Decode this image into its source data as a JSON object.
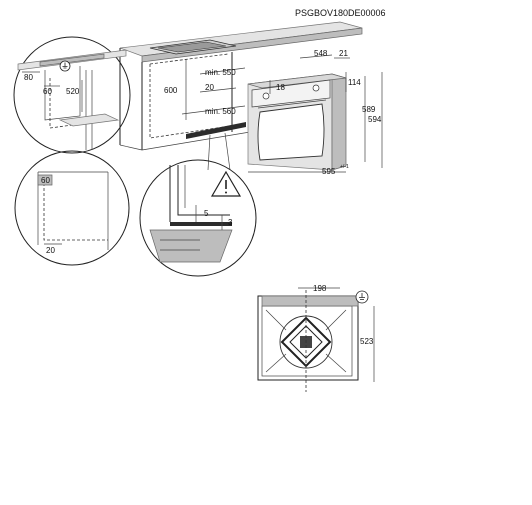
{
  "drawing_code": "PSGBOV180DE00006",
  "colors": {
    "line": "#222222",
    "fill_gray": "#bdbdbd",
    "fill_light": "#e4e4e4"
  },
  "icons": {
    "earth": "earth-ground-icon",
    "warning": "warning-triangle-icon"
  },
  "dims": {
    "cabinet": {
      "min_550": "min. 550",
      "d20": "20",
      "d600": "600",
      "min_560": "min. 560"
    },
    "zoom_top": {
      "d80": "80",
      "d60": "60",
      "d520": "520"
    },
    "zoom_left": {
      "d60": "60",
      "d20": "20"
    },
    "zoom_mid": {
      "d5": "5",
      "d3": "3"
    },
    "oven": {
      "d548": "548",
      "d21": "21",
      "d18": "18",
      "d114": "114",
      "d589": "589",
      "d594": "594",
      "d595": "595",
      "tol": "+/-1"
    },
    "back": {
      "d198": "198",
      "d523": "523"
    }
  }
}
